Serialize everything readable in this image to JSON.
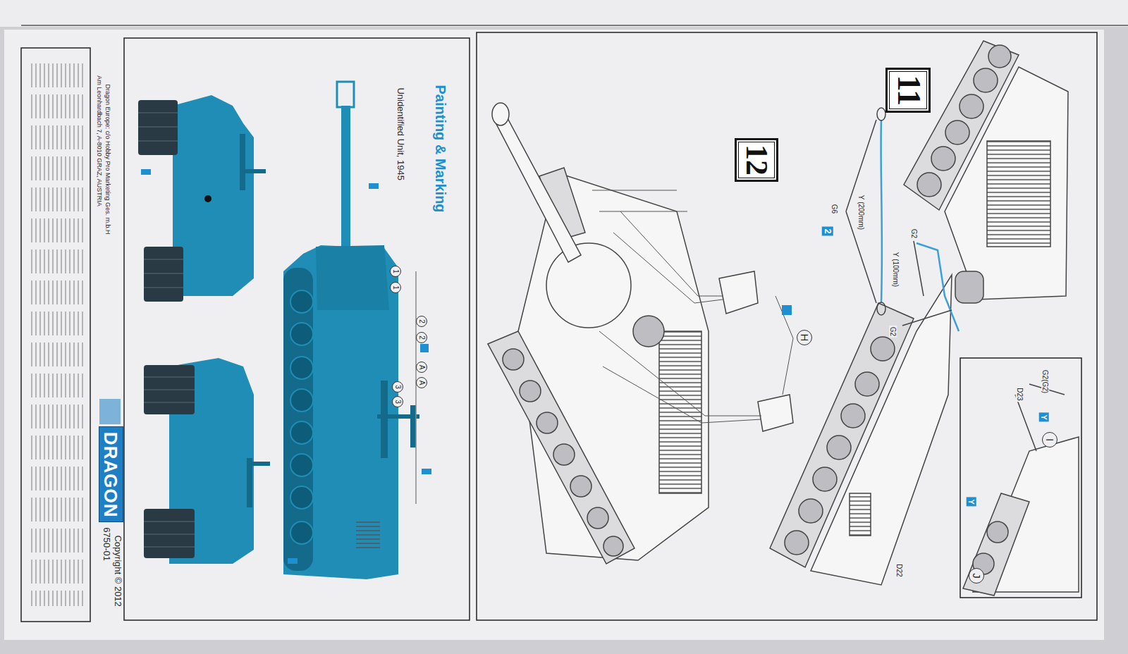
{
  "diagram": {
    "nodes": [
      {
        "text": [
          "11"
        ]
      },
      {
        "text": [
          "12"
        ]
      },
      {
        "text": [
          "DRAGON"
        ]
      }
    ],
    "labels": [
      "Painting & Marking",
      "Unidentified Unit, 1945",
      "1",
      "1",
      "2",
      "2",
      "A",
      "A",
      "3",
      "3",
      "Copyright © 2012",
      "6750-01",
      "Dragon Europe: c/o Hobby Pro Marketing Ges. m.b.H",
      "Am Leonhardbach 7, A-8010 GRAZ, AUSTRIA",
      "Y (200mm)",
      "G6",
      "2",
      "G2",
      "Y (100mm)",
      "G2",
      "H",
      "G2(G2)",
      "D23",
      "I",
      "J",
      "D22",
      "Y",
      "Y"
    ]
  }
}
